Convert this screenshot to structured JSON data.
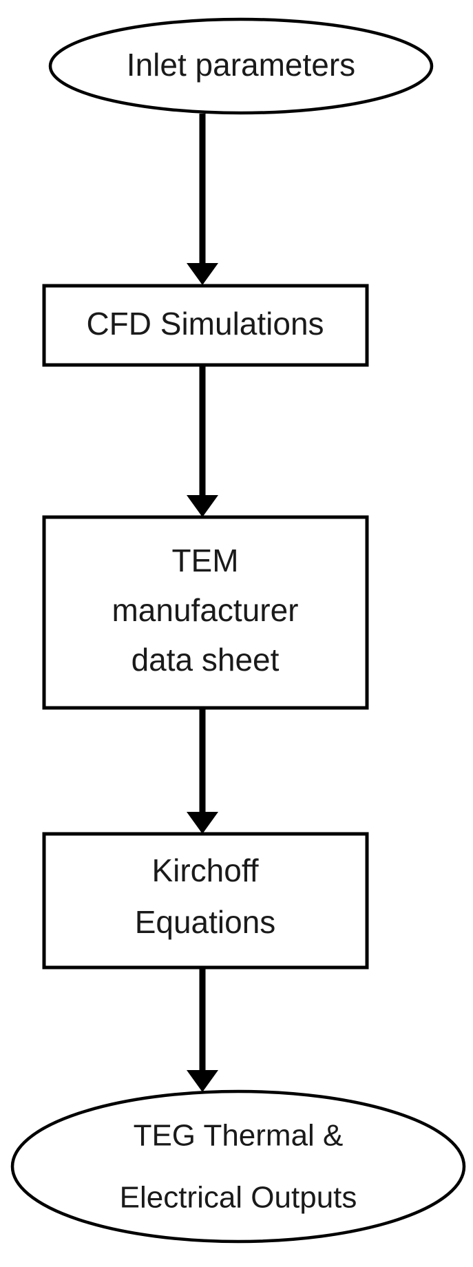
{
  "diagram": {
    "title": "TEG modelling workflow flowchart",
    "background_color": "#ffffff",
    "stroke_color": "#000000",
    "text_color": "#1a1a1a",
    "orientation": "top-to-bottom"
  },
  "nodes": {
    "inlet_parameters": {
      "shape": "ellipse",
      "label": "Inlet parameters",
      "lines": [
        "Inlet parameters"
      ]
    },
    "cfd_simulations": {
      "shape": "rectangle",
      "label": "CFD Simulations",
      "lines": [
        "CFD Simulations"
      ]
    },
    "tem_data_sheet": {
      "shape": "rectangle",
      "label": "TEM manufacturer data sheet",
      "lines": [
        "TEM",
        "manufacturer",
        "data sheet"
      ]
    },
    "kirchoff_equations": {
      "shape": "rectangle",
      "label": "Kirchoff Equations",
      "lines": [
        "Kirchoff",
        "Equations"
      ]
    },
    "teg_outputs": {
      "shape": "ellipse",
      "label": "TEG Thermal & Electrical Outputs",
      "lines": [
        "TEG Thermal &",
        "Electrical Outputs"
      ]
    }
  },
  "connectors": [
    {
      "name": "inlet-to-cfd",
      "from": "inlet_parameters",
      "to": "cfd_simulations",
      "style": "solid-arrow"
    },
    {
      "name": "cfd-to-tem",
      "from": "cfd_simulations",
      "to": "tem_data_sheet",
      "style": "solid-arrow"
    },
    {
      "name": "tem-to-kirchoff",
      "from": "tem_data_sheet",
      "to": "kirchoff_equations",
      "style": "solid-arrow"
    },
    {
      "name": "kirchoff-to-outputs",
      "from": "kirchoff_equations",
      "to": "teg_outputs",
      "style": "solid-arrow"
    }
  ]
}
